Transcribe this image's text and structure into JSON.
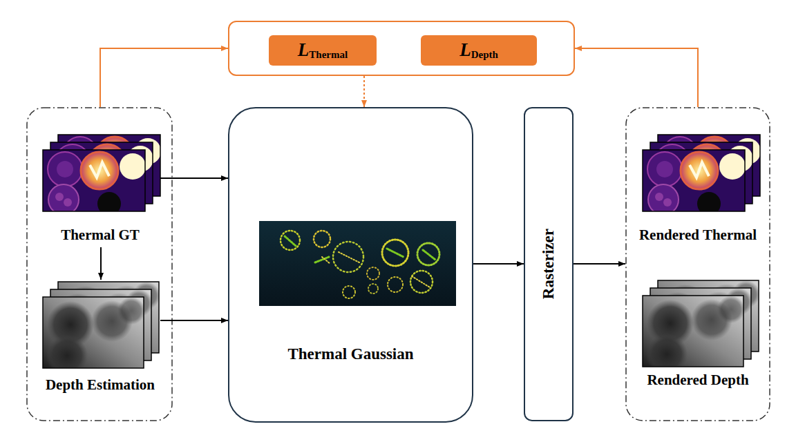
{
  "diagram": {
    "nodes": [
      {
        "text": []
      },
      {
        "text": [
          "L",
          "Thermal"
        ],
        "in": 0
      },
      {
        "text": [
          "L",
          "Depth"
        ],
        "in": 0
      },
      {
        "text": []
      },
      {
        "text": [
          "Thermal GT"
        ],
        "in": 3
      },
      {
        "text": [
          "Depth Estimation"
        ],
        "in": 3
      },
      {
        "text": [
          "Thermal Gaussian"
        ]
      },
      {
        "text": [
          "Rasterizer"
        ]
      },
      {
        "text": []
      },
      {
        "text": [
          "Rendered Thermal"
        ],
        "in": 8
      },
      {
        "text": [
          "Rendered Depth"
        ],
        "in": 8
      }
    ],
    "edges": [
      {
        "from": 3,
        "to": 0,
        "arrow": "to"
      },
      {
        "from": 8,
        "to": 0,
        "arrow": "to"
      },
      {
        "from": 0,
        "to": 6,
        "arrow": "to"
      },
      {
        "from": 4,
        "to": 6,
        "arrow": "to"
      },
      {
        "from": 5,
        "to": 6,
        "arrow": "to"
      },
      {
        "from": 4,
        "to": 5,
        "arrow": "to"
      },
      {
        "from": 6,
        "to": 7,
        "arrow": "to"
      },
      {
        "from": 7,
        "to": 8,
        "arrow": "to"
      }
    ]
  }
}
